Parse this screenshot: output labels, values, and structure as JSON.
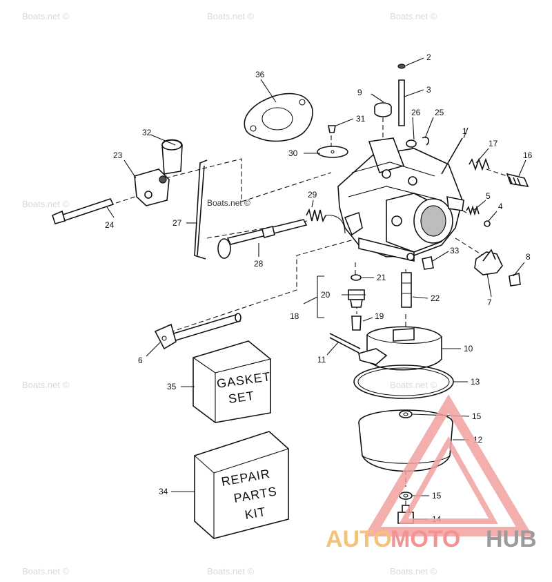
{
  "watermark": "Boats.net ©",
  "callouts": [
    {
      "id": "1",
      "label": "1"
    },
    {
      "id": "2",
      "label": "2"
    },
    {
      "id": "3",
      "label": "3"
    },
    {
      "id": "4",
      "label": "4"
    },
    {
      "id": "5",
      "label": "5"
    },
    {
      "id": "6",
      "label": "6"
    },
    {
      "id": "7",
      "label": "7"
    },
    {
      "id": "8",
      "label": "8"
    },
    {
      "id": "9",
      "label": "9"
    },
    {
      "id": "10",
      "label": "10"
    },
    {
      "id": "11",
      "label": "11"
    },
    {
      "id": "12",
      "label": "12"
    },
    {
      "id": "13",
      "label": "13"
    },
    {
      "id": "14",
      "label": "14"
    },
    {
      "id": "15a",
      "label": "15"
    },
    {
      "id": "15b",
      "label": "15"
    },
    {
      "id": "16",
      "label": "16"
    },
    {
      "id": "17",
      "label": "17"
    },
    {
      "id": "18",
      "label": "18"
    },
    {
      "id": "19",
      "label": "19"
    },
    {
      "id": "20",
      "label": "20"
    },
    {
      "id": "21",
      "label": "21"
    },
    {
      "id": "22",
      "label": "22"
    },
    {
      "id": "23",
      "label": "23"
    },
    {
      "id": "24",
      "label": "24"
    },
    {
      "id": "25",
      "label": "25"
    },
    {
      "id": "26",
      "label": "26"
    },
    {
      "id": "27",
      "label": "27"
    },
    {
      "id": "28",
      "label": "28"
    },
    {
      "id": "29",
      "label": "29"
    },
    {
      "id": "30",
      "label": "30"
    },
    {
      "id": "31",
      "label": "31"
    },
    {
      "id": "32",
      "label": "32"
    },
    {
      "id": "33",
      "label": "33"
    },
    {
      "id": "34",
      "label": "34"
    },
    {
      "id": "35",
      "label": "35"
    },
    {
      "id": "36",
      "label": "36"
    }
  ],
  "gasket_box": {
    "line1": "GASKET",
    "line2": "SET"
  },
  "repair_box": {
    "line1": "REPAIR",
    "line2": "PARTS",
    "line3": "KIT"
  },
  "logo": {
    "part1": "AUTO",
    "part2": "MOTO",
    "part3": "HUB"
  },
  "colors": {
    "logo_auto": "#f4b860",
    "logo_moto": "#f08080",
    "logo_hub": "#8a8a8a",
    "logo_triangle": "#f2a0a0"
  }
}
